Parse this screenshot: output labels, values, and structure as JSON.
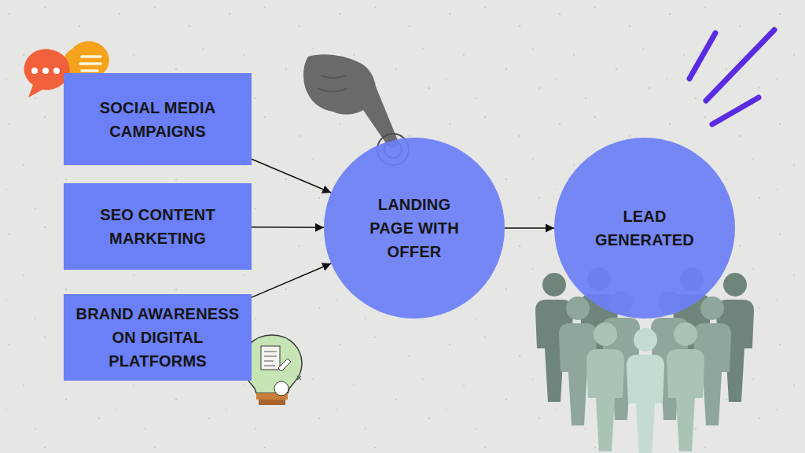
{
  "diagram": {
    "nodes": [
      {
        "text": [
          "SOCIAL MEDIA CAMPAIGNS"
        ]
      },
      {
        "text": [
          "SEO CONTENT MARKETING"
        ]
      },
      {
        "text": [
          "BRAND AWARENESS ON DIGITAL PLATFORMS"
        ]
      },
      {
        "text": [
          "LANDING PAGE WITH OFFER"
        ]
      },
      {
        "text": [
          "LEAD GENERATED"
        ]
      }
    ],
    "edges": [
      {
        "from": 0,
        "to": 3,
        "arrow": "to"
      },
      {
        "from": 1,
        "to": 3,
        "arrow": "to"
      },
      {
        "from": 2,
        "to": 3,
        "arrow": "to"
      },
      {
        "from": 3,
        "to": 4,
        "arrow": "to"
      }
    ]
  }
}
